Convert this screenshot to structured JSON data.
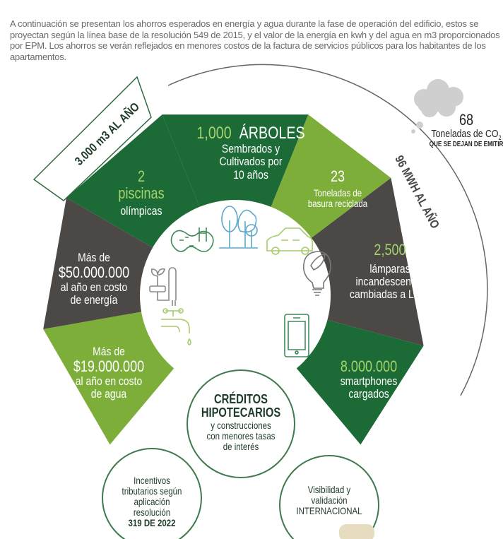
{
  "intro": "A continuación se presentan los ahorros esperados en energía y agua durante la fase de operación del edificio, estos se proyectan según la línea base de la resolución 549 de 2015, y el valor de la energía en kwh y del agua en m3 proporcionados por EPM. Los ahorros se verán reflejados en menores costos de la factura de servicios públicos para los habitantes de los apartamentos.",
  "colors": {
    "dark_green": "#1c6a36",
    "light_green": "#7eae3a",
    "grey": "#4b4846",
    "accent": "#a6d46c",
    "outline": "#3e7a4e"
  },
  "water_label": "3.000 m3 AL AÑO",
  "energy_label": "96 MWH AL AÑO",
  "co2": {
    "value": "68",
    "label": "Toneladas de CO",
    "sub": "2",
    "note": "QUE SE DEJAN DE EMITIR"
  },
  "segments": {
    "pools": {
      "value": "2",
      "unit": "piscinas",
      "desc": "olímpicas"
    },
    "trees": {
      "value": "1,000",
      "unit": "ÁRBOLES",
      "desc1": "Sembrados y",
      "desc2": "Cultivados por",
      "desc3": "10 años"
    },
    "waste": {
      "value": "23",
      "desc1": "Toneladas de",
      "desc2": "basura reciclada"
    },
    "lamps": {
      "value": "2,500",
      "desc1": "lámparas",
      "desc2": "incandescentes",
      "desc3": "cambiadas a LED."
    },
    "phones": {
      "value": "8.000.000",
      "desc1": "smartphones",
      "desc2": "cargados"
    },
    "energy_cost": {
      "prefix": "Más de",
      "value": "$50.000.000",
      "desc1": "al año en costo",
      "desc2": "de energía"
    },
    "water_cost": {
      "prefix": "Más de",
      "value": "$19.000.000",
      "desc1": "al año en costo",
      "desc2": "de agua"
    }
  },
  "benefits": {
    "credits": {
      "title1": "CRÉDITOS",
      "title2": "HIPOTECARIOS",
      "desc1": "y construcciones",
      "desc2": "con menores tasas",
      "desc3": "de interés"
    },
    "tax": {
      "l1": "Incentivos",
      "l2": "tributarios según",
      "l3": "aplicación",
      "l4": "resolución",
      "l5": "319 DE 2022"
    },
    "intl": {
      "l1": "Visibilidad y",
      "l2": "validación",
      "l3": "INTERNACIONAL"
    }
  }
}
